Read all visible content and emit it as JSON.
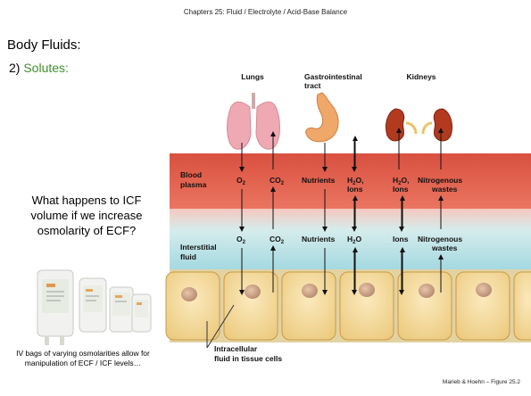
{
  "header": "Chapters 25:  Fluid / Electrolyte / Acid-Base Balance",
  "heading": "Body Fluids:",
  "subheading": {
    "number": "2)",
    "label": "Solutes:"
  },
  "question": "What happens to ICF volume if we increase osmolarity of ECF?",
  "iv_caption": "IV bags of varying osmolarities allow for manipulation of ECF / ICF levels…",
  "credit": "Marieb & Hoehn – Figure 25.2",
  "diagram": {
    "organs": {
      "lungs": "Lungs",
      "gi_line1": "Gastrointestinal",
      "gi_line2": "tract",
      "kidneys": "Kidneys"
    },
    "layers": {
      "blood_1": "Blood",
      "blood_2": "plasma",
      "interstitial_1": "Interstitial",
      "interstitial_2": "fluid",
      "intracellular_1": "Intracellular",
      "intracellular_2": "fluid in tissue cells"
    },
    "blood_row": {
      "o2": "O",
      "co2": "CO",
      "nutrients": "Nutrients",
      "h2o": "H",
      "h2o_o": "O,",
      "ions1": "Ions",
      "h2o_k": "H",
      "h2o_k_o": "O,",
      "ions2": "Ions",
      "nitro1": "Nitrogenous",
      "nitro2": "wastes"
    },
    "inter_row": {
      "o2": "O",
      "co2": "CO",
      "nutrients": "Nutrients",
      "h2o": "H",
      "h2o_o": "O",
      "ions": "Ions",
      "nitro1": "Nitrogenous",
      "nitro2": "wastes"
    },
    "subscript_2": "2"
  },
  "colors": {
    "green": "#3f8f2a",
    "blood": "#e0604f",
    "interstitial": "#a9dbe3",
    "cells": "#f4dca4"
  }
}
